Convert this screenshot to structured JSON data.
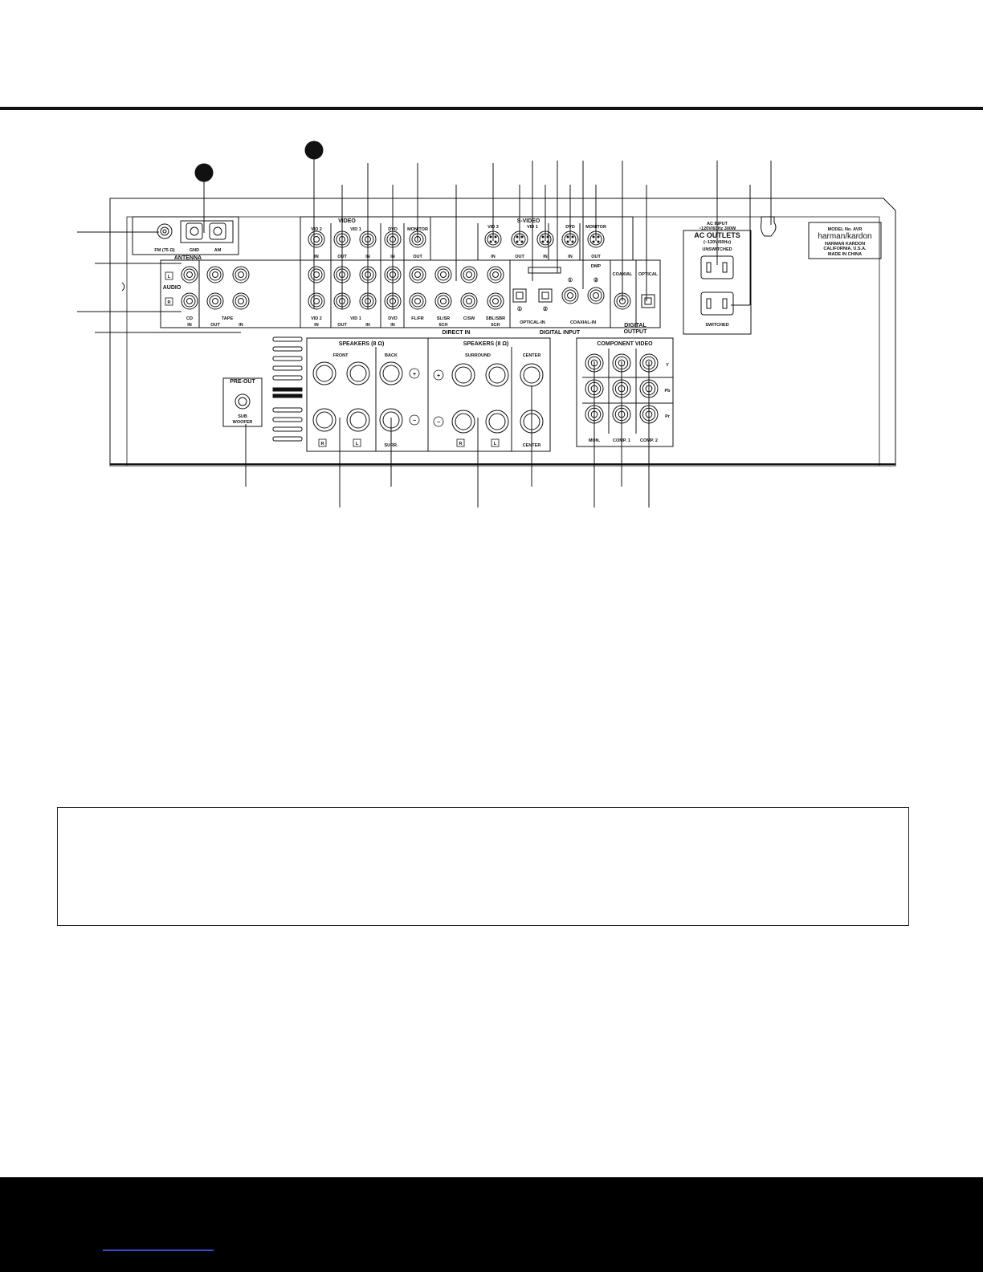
{
  "labels": {
    "antenna": "ANTENNA",
    "fm": "FM (75 Ω)",
    "gnd": "GND",
    "am": "AM",
    "video_header": "VIDEO",
    "vid2": "VID 2",
    "vid1": "VID 1",
    "dvd": "DVD",
    "monitor": "MONITOR",
    "in": "IN",
    "out": "OUT",
    "svideo_header": "S-VIDEO",
    "vid3": "VID 3",
    "dmp": "DMP",
    "audio": "AUDIO",
    "l": "L",
    "r": "R",
    "cd": "CD",
    "tape": "TAPE",
    "fl_fr": "FL/FR",
    "sl_sr": "SL/SR",
    "c_sw": "C/SW",
    "sbl_sbr": "SBL/SBR",
    "six_ch": "6CH",
    "direct_in": "DIRECT IN",
    "digital_input": "DIGITAL INPUT",
    "optical_in": "OPTICAL-IN",
    "coaxial_in": "COAXIAL-IN",
    "coaxial": "COAXIAL",
    "optical": "OPTICAL",
    "digital_output_1": "DIGITAL",
    "digital_output_2": "OUTPUT",
    "circled_1": "①",
    "circled_2": "②",
    "ac_input_1": "AC INPUT",
    "ac_input_2": "~120V/60Hz 300W",
    "ac_outlets": "AC OUTLETS",
    "ac_outlets_rating": "(~120V/60Hz)",
    "unswitched": "UNSWITCHED",
    "switched": "SWITCHED",
    "brand": "harman/kardon",
    "model_line": "MODEL No. AVR",
    "maker_1": "HARMAN KARDON",
    "maker_2": "CALIFORNIA, U.S.A.",
    "made_in": "MADE IN CHINA",
    "pre_out": "PRE-OUT",
    "sub": "SUB",
    "woofer": "WOOFER",
    "speakers_left": "SPEAKERS (8 Ω)",
    "speakers_right": "SPEAKERS (8 Ω)",
    "front": "FRONT",
    "back": "BACK",
    "surr": "SURR.",
    "surround": "SURROUND",
    "center": "CENTER",
    "plus": "+",
    "minus": "−",
    "component_video": "COMPONENT VIDEO",
    "y": "Y",
    "pb": "Pb",
    "pr": "Pr",
    "mon": "MON.",
    "comp1": "COMP. 1",
    "comp2": "COMP. 2"
  },
  "colors": {
    "ink": "#111111",
    "panel": "#ffffff",
    "footer": "#000000",
    "link": "#3a4bd6"
  }
}
